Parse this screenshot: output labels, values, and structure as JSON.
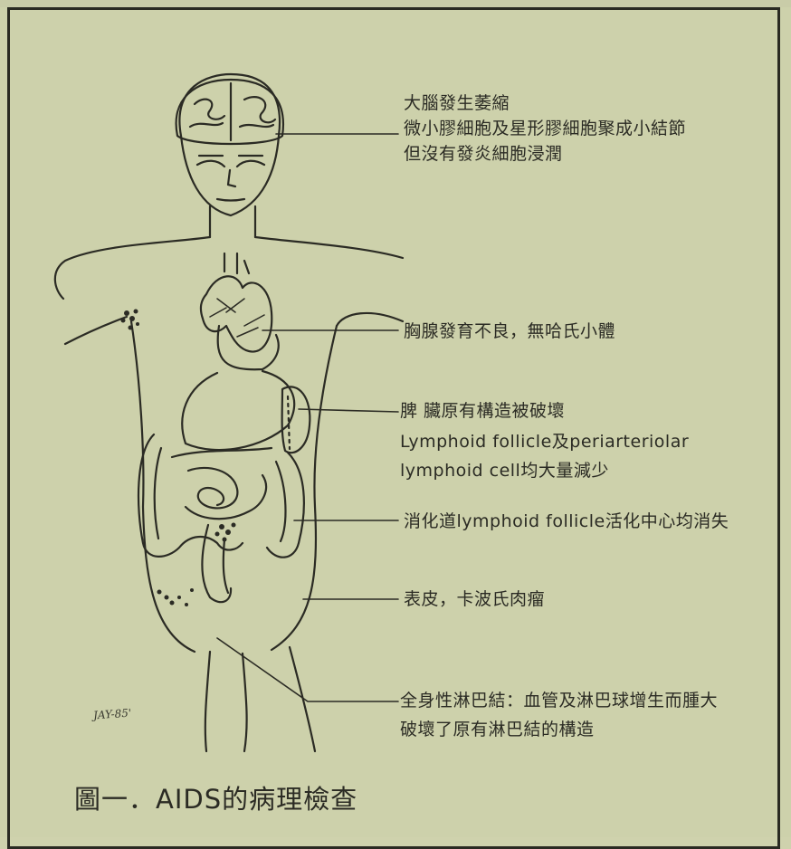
{
  "annotations": {
    "brain": [
      "大腦發生萎縮",
      "微小膠細胞及星形膠細胞聚成小結節",
      "但沒有發炎細胞浸潤"
    ],
    "thymus": [
      "胸腺發育不良，無哈氏小體"
    ],
    "spleen": [
      "脾 臟原有構造被破壞",
      "Lymphoid follicle及periarteriolar",
      "lymphoid cell均大量減少"
    ],
    "gut": [
      "消化道lymphoid follicle活化中心均消失"
    ],
    "skin": [
      "表皮，卡波氏肉瘤"
    ],
    "lymph": [
      "全身性淋巴結：血管及淋巴球增生而腫大",
      "破壞了原有淋巴結的構造"
    ]
  },
  "caption": "圖一．AIDS的病理檢查",
  "signature": "JAY-85'",
  "colors": {
    "ink": "#2b2b24",
    "paper": "#cdd1ab"
  }
}
